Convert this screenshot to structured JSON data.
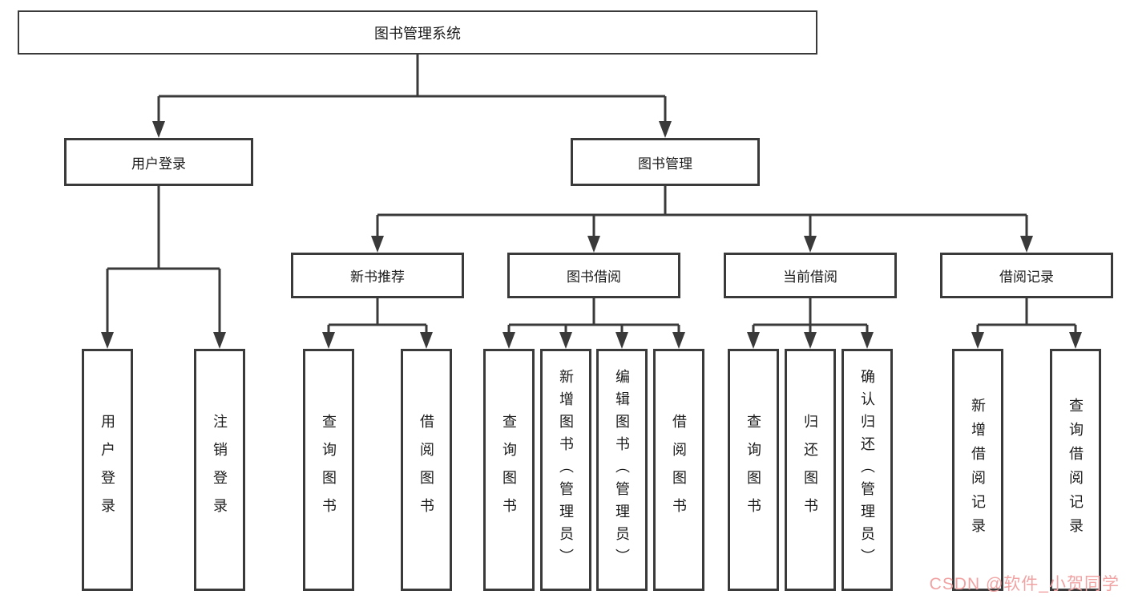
{
  "tree": {
    "label": "图书管理系统",
    "children": [
      {
        "label": "用户登录",
        "children": [
          {
            "label": "用户登录"
          },
          {
            "label": "注销登录"
          }
        ]
      },
      {
        "label": "图书管理",
        "children": [
          {
            "label": "新书推荐",
            "children": [
              {
                "label": "查询图书"
              },
              {
                "label": "借阅图书"
              }
            ]
          },
          {
            "label": "图书借阅",
            "children": [
              {
                "label": "查询图书"
              },
              {
                "label": "新增图书（管理员）"
              },
              {
                "label": "编辑图书（管理员）"
              },
              {
                "label": "借阅图书"
              }
            ]
          },
          {
            "label": "当前借阅",
            "children": [
              {
                "label": "查询图书"
              },
              {
                "label": "归还图书"
              },
              {
                "label": "确认归还（管理员）"
              }
            ]
          },
          {
            "label": "借阅记录",
            "children": [
              {
                "label": "新增借阅记录"
              },
              {
                "label": "查询借阅记录"
              }
            ]
          }
        ]
      }
    ]
  },
  "watermark": {
    "text": "CSDN @软件_小贺同学"
  },
  "colors": {
    "line": "#3a3a3a",
    "box_border": "#3a3a3a",
    "box_background": "#ffffff",
    "text": "#1c1c1c",
    "watermark": "#f1a3a3"
  }
}
